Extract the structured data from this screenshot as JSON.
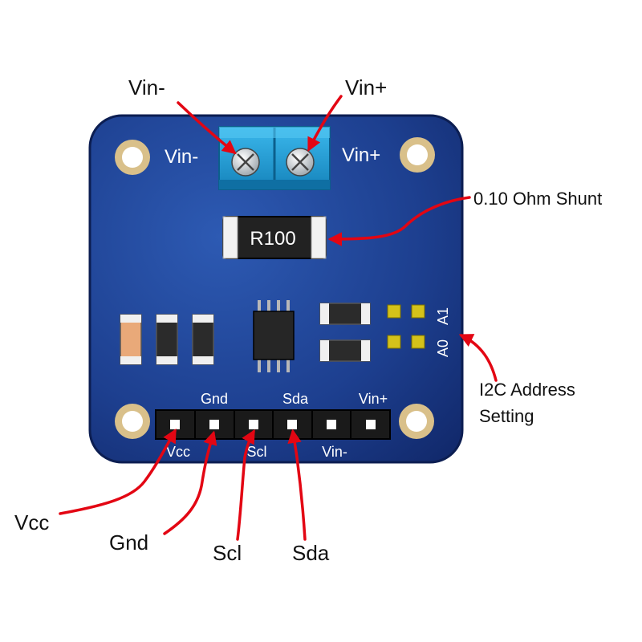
{
  "colors": {
    "board": "#1d3f8f",
    "board_edge": "#0c1e52",
    "arrow": "#e30613",
    "terminal": "#1ea1da",
    "silk": "#ffffff"
  },
  "callouts": {
    "vin_minus": "Vin-",
    "vin_plus": "Vin+",
    "shunt": "0.10 Ohm Shunt",
    "i2c_line1": "I2C Address",
    "i2c_line2": "Setting",
    "vcc": "Vcc",
    "gnd": "Gnd",
    "scl": "Scl",
    "sda": "Sda"
  },
  "silkscreen": {
    "vin_minus": "Vin-",
    "vin_plus": "Vin+",
    "resistor": "R100",
    "a1": "A1",
    "a0": "A0",
    "header_top": [
      "Gnd",
      "Sda",
      "Vin+"
    ],
    "header_bottom": [
      "Vcc",
      "Scl",
      "Vin-"
    ]
  }
}
